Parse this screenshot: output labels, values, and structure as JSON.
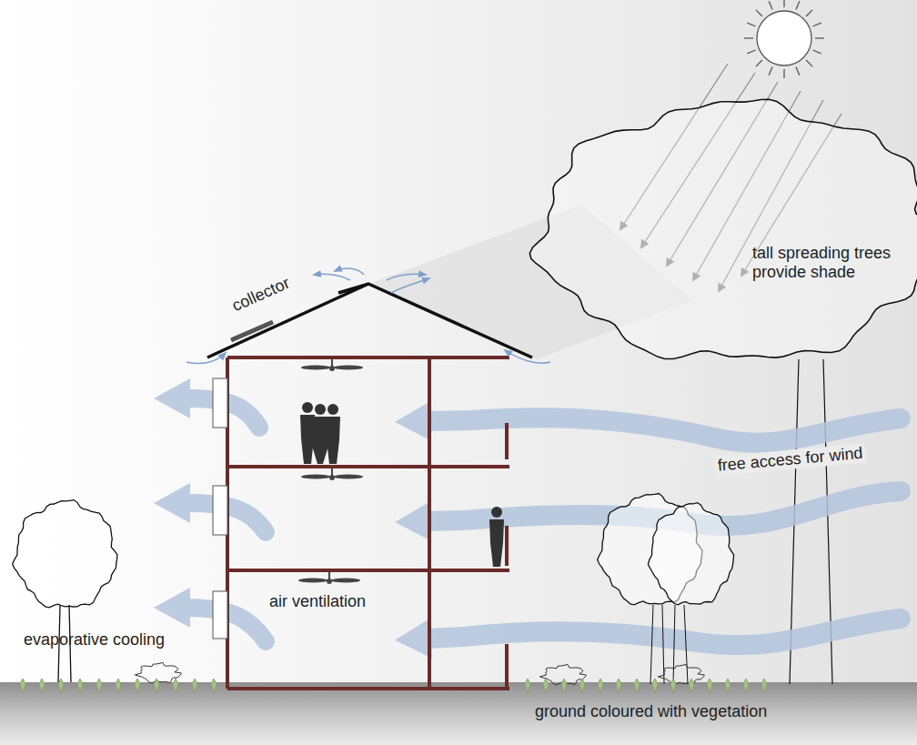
{
  "diagram": {
    "labels": [
      "collector",
      "tall spreading trees provide shade",
      "free access for wind",
      "air ventilation",
      "evaporative cooling",
      "ground coloured with vegetation"
    ]
  }
}
